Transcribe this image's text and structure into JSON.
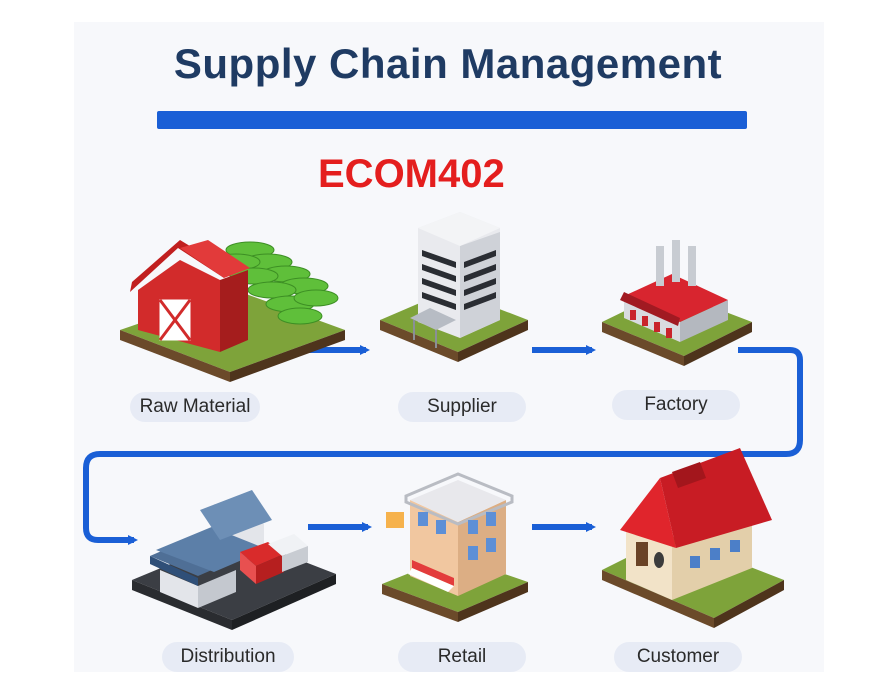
{
  "title": "Supply Chain Management",
  "code": "ECOM402",
  "colors": {
    "accent": "#1a5fd6",
    "title": "#1f3b63",
    "code": "#e41e1e",
    "label_bg": "#e7ebf5"
  },
  "stages": [
    {
      "label": "Raw Material",
      "icon": "barn-icon"
    },
    {
      "label": "Supplier",
      "icon": "office-building-icon"
    },
    {
      "label": "Factory",
      "icon": "factory-icon"
    },
    {
      "label": "Distribution",
      "icon": "warehouse-icon"
    },
    {
      "label": "Retail",
      "icon": "store-icon"
    },
    {
      "label": "Customer",
      "icon": "house-icon"
    }
  ]
}
